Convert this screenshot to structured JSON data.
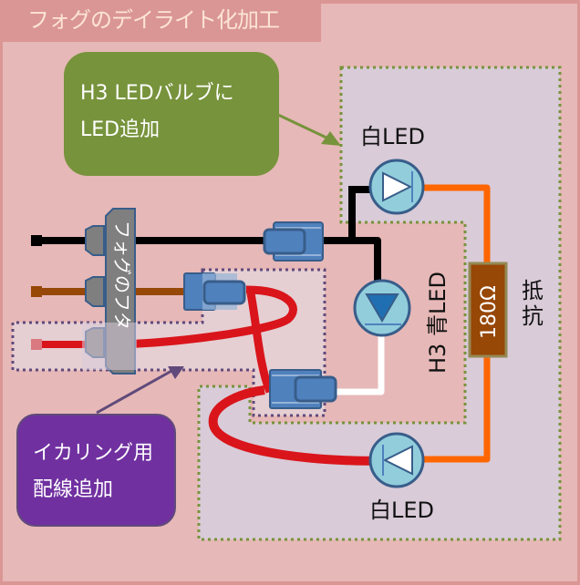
{
  "title": "フォグのデイライト化加工",
  "callouts": {
    "h3_bulb": {
      "line1": "H3 LEDバルブに",
      "line2": "LED追加"
    },
    "ikaring": {
      "line1": "イカリング用",
      "line2": "配線追加"
    }
  },
  "labels": {
    "top_led": "白LED",
    "bottom_led": "白LED",
    "blue_led": "H3 青LED",
    "resistor_value": "180Ω",
    "resistor": "抵抗",
    "fog_cover": "フォグのフタ"
  },
  "colors": {
    "background": "#e6b8b7",
    "title_bar": "#da9694",
    "h3_callout": "#77933c",
    "ikaring_callout": "#7030a0",
    "wire_black": "#000000",
    "wire_brown": "#974706",
    "wire_red": "#d9151b",
    "wire_orange": "#ff6600",
    "wire_white": "#ffffff",
    "connector": "#4f81bd",
    "led_body": "#92cddc",
    "region_lavender": "#d9cbd8"
  }
}
